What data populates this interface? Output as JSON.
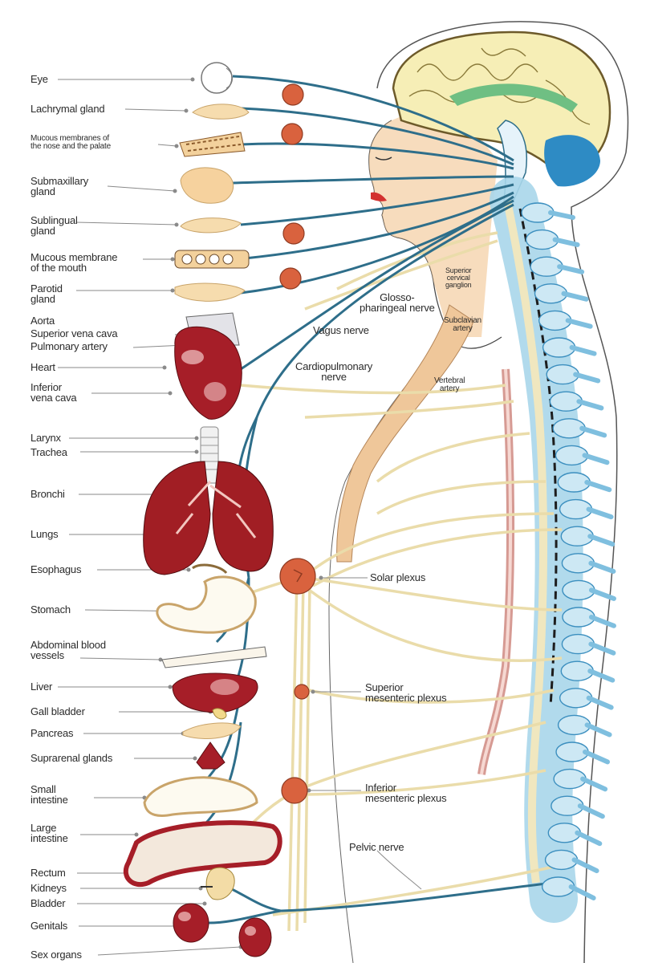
{
  "left_labels": {
    "eye": "Eye",
    "lachrymal_gland": "Lachrymal gland",
    "mucous_nose": "Mucous membranes of\nthe nose and the palate",
    "submaxillary_gland": "Submaxillary\ngland",
    "sublingual_gland": "Sublingual\ngland",
    "mucous_mouth": "Mucous membrane\nof the mouth",
    "parotid_gland": "Parotid\ngland",
    "aorta": "Aorta",
    "superior_vena_cava": "Superior vena cava",
    "pulmonary_artery": "Pulmonary artery",
    "heart": "Heart",
    "inferior_vena_cava": "Inferior\nvena cava",
    "larynx": "Larynx",
    "trachea": "Trachea",
    "bronchi": "Bronchi",
    "lungs": "Lungs",
    "esophagus": "Esophagus",
    "stomach": "Stomach",
    "abdominal_blood_vessels": "Abdominal blood\nvessels",
    "liver": "Liver",
    "gall_bladder": "Gall bladder",
    "pancreas": "Pancreas",
    "suprarenal_glands": "Suprarenal glands",
    "small_intestine": "Small\nintestine",
    "large_intestine": "Large\nintestine",
    "rectum": "Rectum",
    "kidneys": "Kidneys",
    "bladder": "Bladder",
    "genitals": "Genitals",
    "sex_organs": "Sex organs"
  },
  "center_labels": {
    "superior_cervical_ganglion": "Superior\ncervical\nganglion",
    "glossopharyngeal_nerve": "Glosso-\npharingeal nerve",
    "vagus_nerve": "Vagus nerve",
    "subclavian_artery": "Subclavian\nartery",
    "cardiopulmonary_nerve": "Cardiopulmonary\nnerve",
    "vertebral_artery": "Vertebral\nartery",
    "solar_plexus": "Solar plexus",
    "superior_mesenteric_plexus": "Superior\nmesenteric plexus",
    "inferior_mesenteric_plexus": "Inferior\nmesenteric plexus",
    "pelvic_nerve": "Pelvic nerve"
  },
  "colors": {
    "nerve_blue": "#2e6e8a",
    "nerve_cream": "#eadcaa",
    "ganglion": "#d9623e",
    "organ_red": "#a61e28",
    "spine_blue": "#a9d6ea",
    "brain": "#f6eeb6",
    "skin": "#f2c99a"
  }
}
